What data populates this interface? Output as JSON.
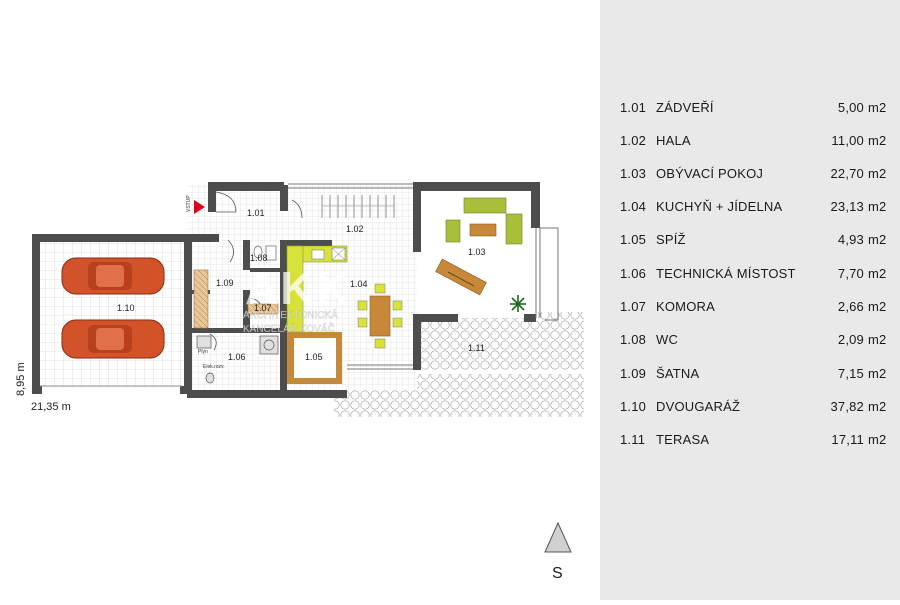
{
  "plan": {
    "rooms": [
      {
        "code": "1.01"
      },
      {
        "code": "1.02"
      },
      {
        "code": "1.03"
      },
      {
        "code": "1.04"
      },
      {
        "code": "1.05"
      },
      {
        "code": "1.06"
      },
      {
        "code": "1.07"
      },
      {
        "code": "1.08"
      },
      {
        "code": "1.09"
      },
      {
        "code": "1.10"
      },
      {
        "code": "1.11"
      }
    ],
    "entrance_label": "VSTUP",
    "dim_width": "21,35 m",
    "dim_depth": "8,95 m",
    "watermark_logo": "AKK",
    "watermark_line1": "ARCHITEKTONICKÁ",
    "watermark_line2": "KANCELÁŘ KOVÁČ",
    "small_labels": [
      "Plyn",
      "Elek.rozv."
    ],
    "north_label": "S"
  },
  "legend": {
    "items": [
      {
        "code": "1.01",
        "name": "ZÁDVEŘÍ",
        "area": "5,00",
        "unit": "m2"
      },
      {
        "code": "1.02",
        "name": "HALA",
        "area": "11,00",
        "unit": "m2"
      },
      {
        "code": "1.03",
        "name": "OBÝVACÍ POKOJ",
        "area": "22,70",
        "unit": "m2"
      },
      {
        "code": "1.04",
        "name": "KUCHYŇ + JÍDELNA",
        "area": "23,13",
        "unit": "m2"
      },
      {
        "code": "1.05",
        "name": "SPÍŽ",
        "area": "4,93",
        "unit": "m2"
      },
      {
        "code": "1.06",
        "name": "TECHNICKÁ MÍSTOST",
        "area": "7,70",
        "unit": "m2"
      },
      {
        "code": "1.07",
        "name": "KOMORA",
        "area": "2,66",
        "unit": "m2"
      },
      {
        "code": "1.08",
        "name": "WC",
        "area": "2,09",
        "unit": "m2"
      },
      {
        "code": "1.09",
        "name": "ŠATNA",
        "area": "7,15",
        "unit": "m2"
      },
      {
        "code": "1.10",
        "name": "DVOUGARÁŽ",
        "area": "37,82",
        "unit": "m2"
      },
      {
        "code": "1.11",
        "name": "TERASA",
        "area": "17,11",
        "unit": "m2"
      }
    ]
  },
  "colors": {
    "wall": "#4d4d4d",
    "tile_grid": "#c8c8c8",
    "car": "#d2522a",
    "kitchen": "#d7e23a",
    "pantry_wood": "#c38a3a",
    "sofa": "#a7bf3a",
    "table_wood": "#c7883a",
    "entrance_marker": "#e0001a",
    "legend_bg": "#e9e9e9"
  }
}
